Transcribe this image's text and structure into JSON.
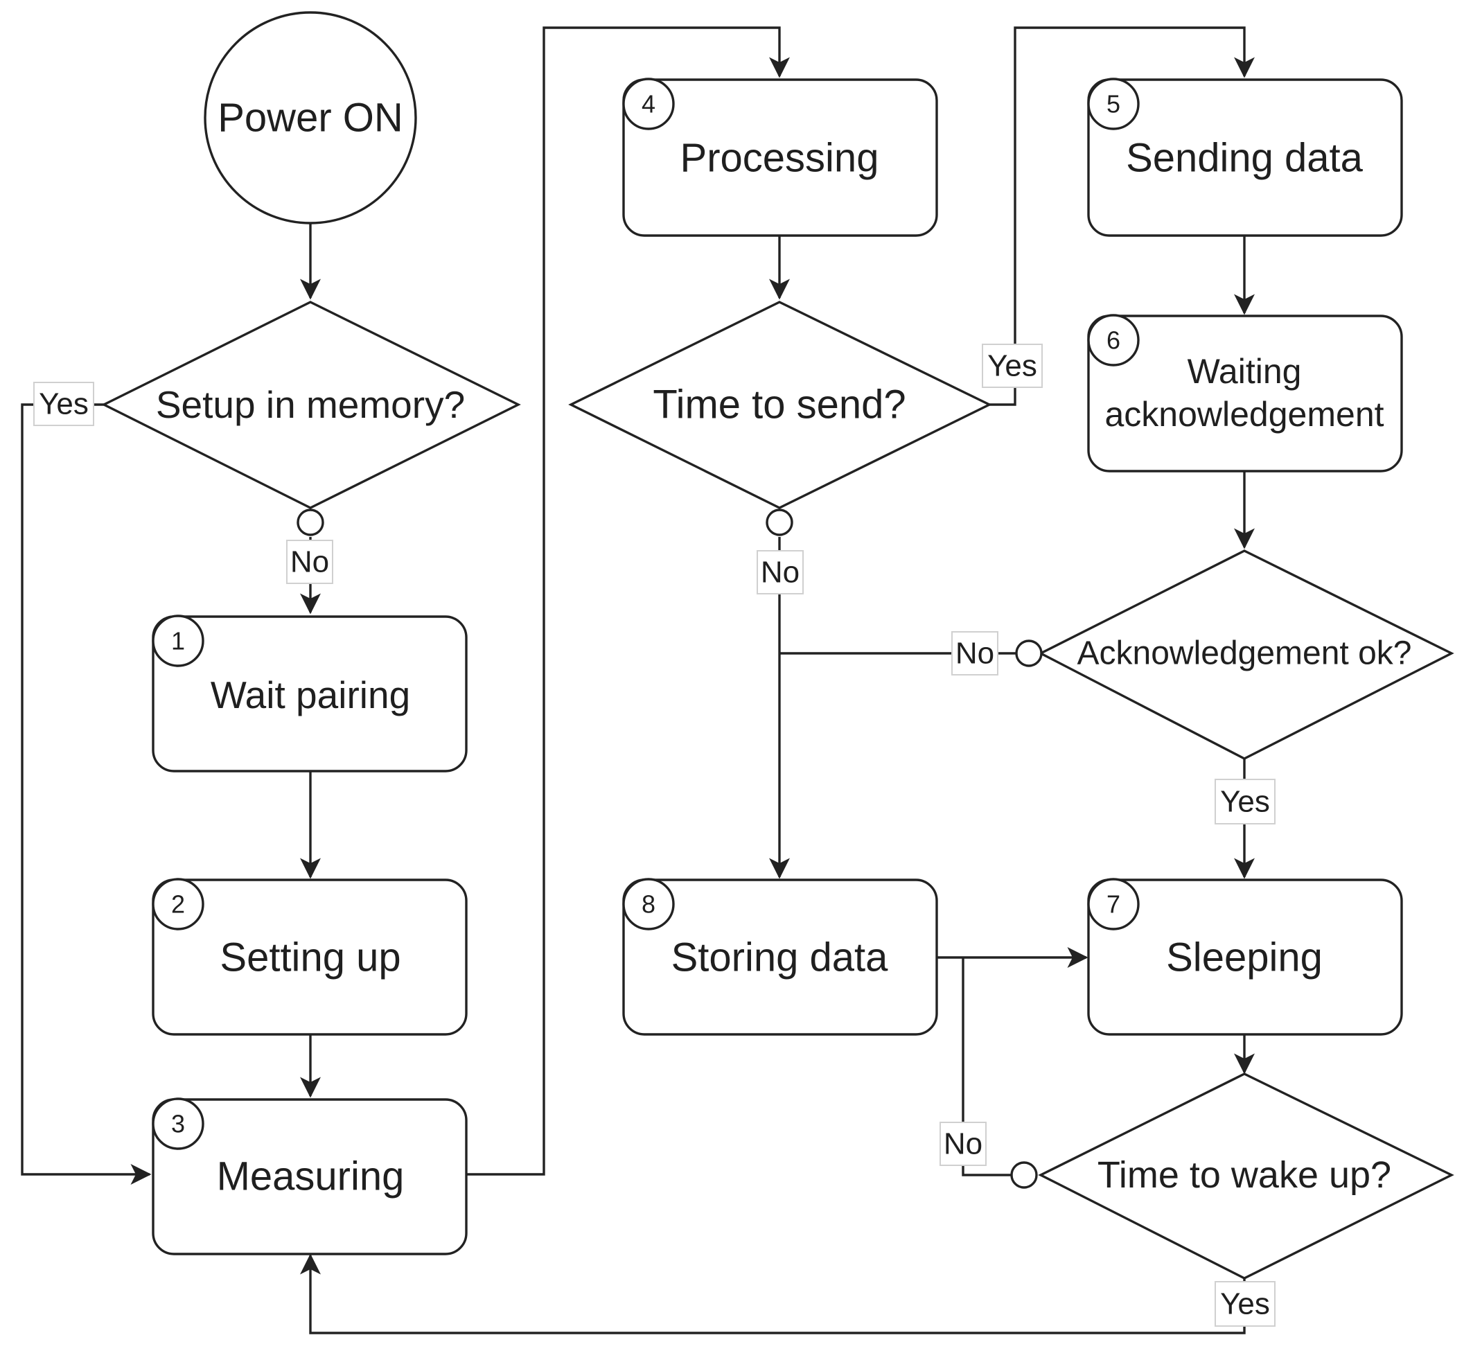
{
  "nodes": {
    "power_on": "Power ON",
    "setup_in_memory": "Setup in memory?",
    "wait_pairing": {
      "number": "1",
      "label": "Wait pairing"
    },
    "setting_up": {
      "number": "2",
      "label": "Setting up"
    },
    "measuring": {
      "number": "3",
      "label": "Measuring"
    },
    "processing": {
      "number": "4",
      "label": "Processing"
    },
    "time_to_send": "Time to send?",
    "sending_data": {
      "number": "5",
      "label": "Sending data"
    },
    "waiting_ack": {
      "number": "6",
      "label_line1": "Waiting",
      "label_line2": "acknowledgement"
    },
    "ack_ok": "Acknowledgement ok?",
    "sleeping": {
      "number": "7",
      "label": "Sleeping"
    },
    "time_to_wake": "Time to wake up?",
    "storing_data": {
      "number": "8",
      "label": "Storing data"
    }
  },
  "edge_labels": {
    "setup_yes": "Yes",
    "setup_no": "No",
    "send_yes": "Yes",
    "send_no": "No",
    "ack_no": "No",
    "ack_yes": "Yes",
    "wake_no": "No",
    "wake_yes": "Yes"
  }
}
